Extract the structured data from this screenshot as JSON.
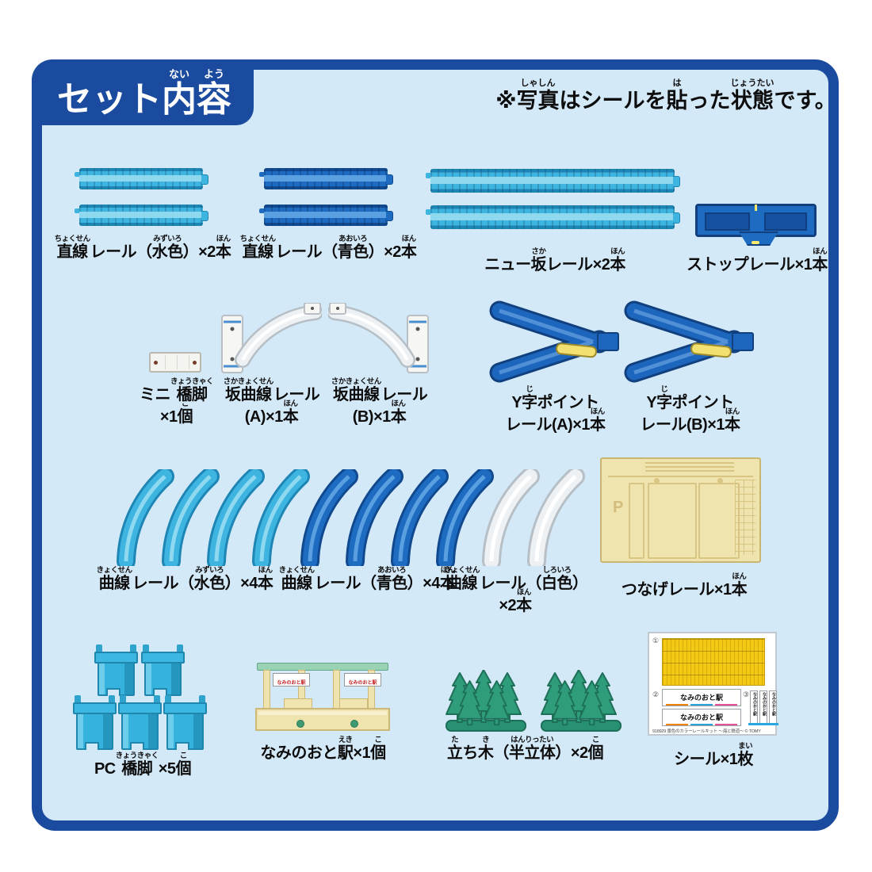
{
  "header": {
    "title": [
      {
        "b": "セット",
        "r": ""
      },
      {
        "b": "内",
        "r": "ない"
      },
      {
        "b": "容",
        "r": "よう"
      }
    ]
  },
  "note": [
    {
      "b": "※",
      "r": ""
    },
    {
      "b": "写真",
      "r": "しゃしん"
    },
    {
      "b": "はシールを",
      "r": ""
    },
    {
      "b": "貼",
      "r": "は"
    },
    {
      "b": "った",
      "r": ""
    },
    {
      "b": "状態",
      "r": "じょうたい"
    },
    {
      "b": "です。",
      "r": ""
    }
  ],
  "items": {
    "straight_mizu": {
      "label": [
        {
          "b": "直線",
          "r": "ちょくせん"
        },
        {
          "b": "レール（",
          "r": ""
        },
        {
          "b": "水色",
          "r": "みずいろ"
        },
        {
          "b": "）×2",
          "r": ""
        },
        {
          "b": "本",
          "r": "ほん"
        }
      ]
    },
    "straight_ao": {
      "label": [
        {
          "b": "直線",
          "r": "ちょくせん"
        },
        {
          "b": "レール（",
          "r": ""
        },
        {
          "b": "青色",
          "r": "あおいろ"
        },
        {
          "b": "）×2",
          "r": ""
        },
        {
          "b": "本",
          "r": "ほん"
        }
      ]
    },
    "new_saka": {
      "label": [
        {
          "b": "ニュー",
          "r": ""
        },
        {
          "b": "坂",
          "r": "さか"
        },
        {
          "b": "レール×2",
          "r": ""
        },
        {
          "b": "本",
          "r": "ほん"
        }
      ]
    },
    "stop": {
      "label": [
        {
          "b": "ストップレール×1",
          "r": ""
        },
        {
          "b": "本",
          "r": "ほん"
        }
      ]
    },
    "mini_pier": {
      "label1": [
        {
          "b": "ミニ",
          "r": ""
        },
        {
          "b": "橋脚",
          "r": "きょうきゃく"
        }
      ],
      "label2": [
        {
          "b": "×1",
          "r": ""
        },
        {
          "b": "個",
          "r": "こ"
        }
      ]
    },
    "saka_curve_a": {
      "label1": [
        {
          "b": "坂曲線",
          "r": "さかきょくせん"
        },
        {
          "b": "レール",
          "r": ""
        }
      ],
      "label2": [
        {
          "b": "(A)×1",
          "r": ""
        },
        {
          "b": "本",
          "r": "ほん"
        }
      ]
    },
    "saka_curve_b": {
      "label1": [
        {
          "b": "坂曲線",
          "r": "さかきょくせん"
        },
        {
          "b": "レール",
          "r": ""
        }
      ],
      "label2": [
        {
          "b": "(B)×1",
          "r": ""
        },
        {
          "b": "本",
          "r": "ほん"
        }
      ]
    },
    "y_point_a": {
      "label1": [
        {
          "b": "Y",
          "r": ""
        },
        {
          "b": "字",
          "r": "じ"
        },
        {
          "b": "ポイント",
          "r": ""
        }
      ],
      "label2": [
        {
          "b": "レール(A)×1",
          "r": ""
        },
        {
          "b": "本",
          "r": "ほん"
        }
      ]
    },
    "y_point_b": {
      "label1": [
        {
          "b": "Y",
          "r": ""
        },
        {
          "b": "字",
          "r": "じ"
        },
        {
          "b": "ポイント",
          "r": ""
        }
      ],
      "label2": [
        {
          "b": "レール(B)×1",
          "r": ""
        },
        {
          "b": "本",
          "r": "ほん"
        }
      ]
    },
    "curve_mizu": {
      "label": [
        {
          "b": "曲線",
          "r": "きょくせん"
        },
        {
          "b": "レール（",
          "r": ""
        },
        {
          "b": "水色",
          "r": "みずいろ"
        },
        {
          "b": "）×4",
          "r": ""
        },
        {
          "b": "本",
          "r": "ほん"
        }
      ]
    },
    "curve_ao": {
      "label": [
        {
          "b": "曲線",
          "r": "きょくせん"
        },
        {
          "b": "レール（",
          "r": ""
        },
        {
          "b": "青色",
          "r": "あおいろ"
        },
        {
          "b": "）×4",
          "r": ""
        },
        {
          "b": "本",
          "r": "ほん"
        }
      ]
    },
    "curve_shiro": {
      "label1": [
        {
          "b": "曲線",
          "r": "きょくせん"
        },
        {
          "b": "レール（",
          "r": ""
        },
        {
          "b": "白色",
          "r": "しろいろ"
        },
        {
          "b": "）",
          "r": ""
        }
      ],
      "label2": [
        {
          "b": "×2",
          "r": ""
        },
        {
          "b": "本",
          "r": "ほん"
        }
      ]
    },
    "tsunage": {
      "label": [
        {
          "b": "つなげレール×1",
          "r": ""
        },
        {
          "b": "本",
          "r": "ほん"
        }
      ],
      "letter": "P"
    },
    "pc_pier": {
      "label": [
        {
          "b": "PC",
          "r": ""
        },
        {
          "b": "橋脚",
          "r": "きょうきゃく"
        },
        {
          "b": "×5",
          "r": ""
        },
        {
          "b": "個",
          "r": "こ"
        }
      ]
    },
    "station": {
      "label": [
        {
          "b": "なみのおと",
          "r": ""
        },
        {
          "b": "駅",
          "r": "えき"
        },
        {
          "b": "×1",
          "r": ""
        },
        {
          "b": "個",
          "r": "こ"
        }
      ],
      "sign_text": "なみのおと駅"
    },
    "trees": {
      "label": [
        {
          "b": "立",
          "r": "た"
        },
        {
          "b": "ち",
          "r": ""
        },
        {
          "b": "木",
          "r": "き"
        },
        {
          "b": "（",
          "r": ""
        },
        {
          "b": "半立体",
          "r": "はんりったい"
        },
        {
          "b": "）×2",
          "r": ""
        },
        {
          "b": "個",
          "r": "こ"
        }
      ]
    },
    "sticker": {
      "label": [
        {
          "b": "シール×1",
          "r": ""
        },
        {
          "b": "枚",
          "r": "まい"
        }
      ],
      "marks": [
        "①",
        "②",
        "③"
      ],
      "plate_text": "なみのおと駅",
      "ticket_text": "なみのおと駅",
      "caption": "918929 景色のカラーレールキット 〜海と鉄道〜 © TOMY"
    }
  },
  "colors": {
    "frame_blue": "#1b4b9e",
    "panel_bg": "#d4e9f8",
    "rail_mizu": "#3eb4e0",
    "rail_ao": "#1d6cc2",
    "rail_shiro": "#eef1f3",
    "cream": "#efe4ae",
    "roof_green": "#9ad3b4",
    "tree_green": "#2f9d7c",
    "pier_cyan": "#35b2de",
    "sticker_yellow": "#f3c913",
    "lever_yellow": "#f2e070",
    "stripe_orange": "#f08300",
    "stripe_blue": "#29a3dc",
    "stripe_pink": "#e85298"
  }
}
